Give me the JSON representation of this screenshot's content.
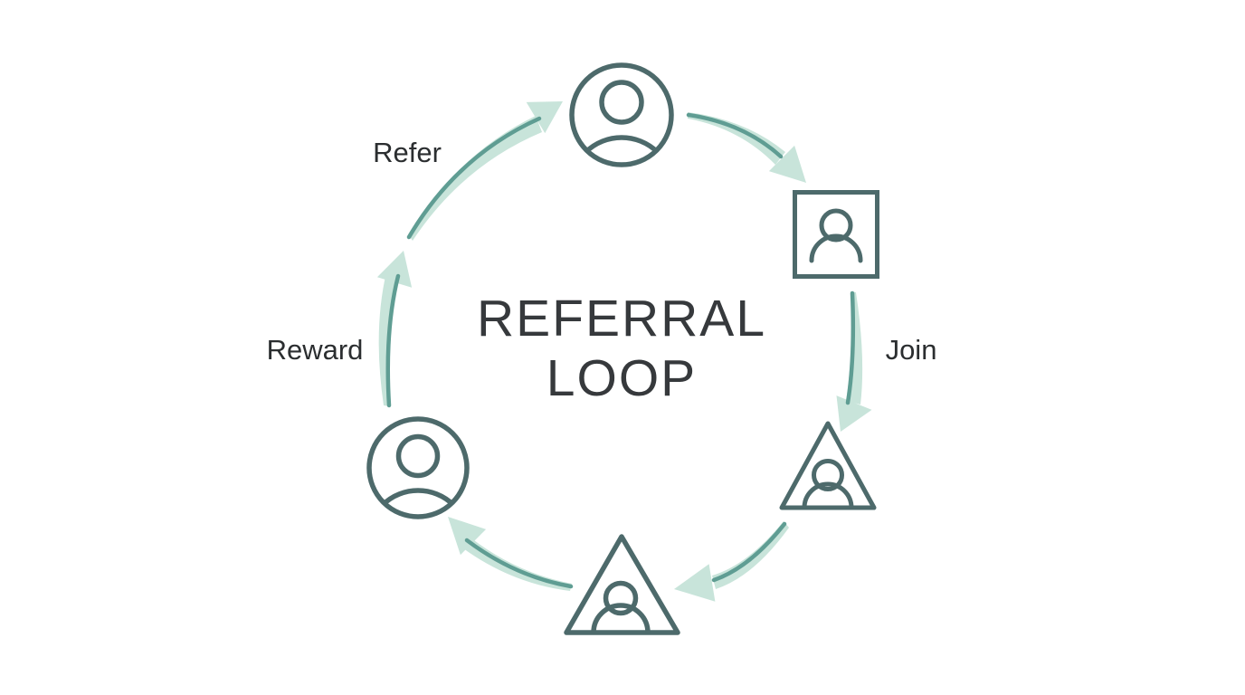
{
  "diagram": {
    "title": {
      "line1": "REFERRAL",
      "line2": "LOOP"
    },
    "labels": {
      "refer": "Refer",
      "join": "Join",
      "reward": "Reward"
    },
    "steps": [
      {
        "id": "refer",
        "label": "Refer",
        "from": "advocate-circle-left-top",
        "to": "user-circle-top"
      },
      {
        "id": "join",
        "label": "Join",
        "from": "new-user-square-right",
        "to": "member-triangle-right"
      },
      {
        "id": "reward",
        "label": "Reward",
        "from": "advocate-circle-left",
        "to": "referrer-top"
      }
    ],
    "nodes": [
      {
        "name": "user-circle-top",
        "shape": "circle",
        "icon": "person"
      },
      {
        "name": "user-square-right",
        "shape": "square",
        "icon": "person"
      },
      {
        "name": "user-triangle-right",
        "shape": "triangle",
        "icon": "person"
      },
      {
        "name": "user-triangle-bottom",
        "shape": "triangle",
        "icon": "person"
      },
      {
        "name": "user-circle-left",
        "shape": "circle",
        "icon": "person"
      }
    ],
    "colors": {
      "background": "#ffffff",
      "icon_stroke": "#4d6a6b",
      "arrow_fill": "#c8e4da",
      "arrow_accent": "#5f9d93",
      "title_text": "#36393c",
      "label_text": "#2b2e30"
    }
  }
}
